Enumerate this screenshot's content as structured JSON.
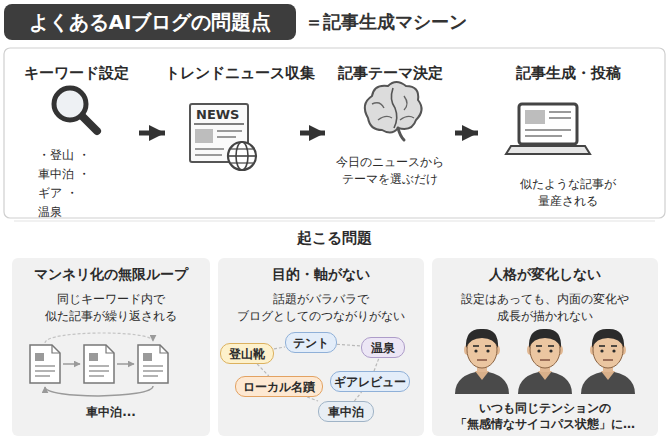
{
  "diagram": {
    "title": "よくあるAIブログの問題点",
    "nodes": [
      {
        "text": [
          "キーワード設定",
          "・登山 ・車中泊 ・ギア ・温泉"
        ]
      },
      {
        "text": [
          "トレンドニュース収集"
        ]
      },
      {
        "text": [
          "記事テーマ決定",
          "今日のニュースから テーマを選ぶだけ"
        ]
      },
      {
        "text": [
          "記事生成・投稿",
          "似たような記事が 量産される"
        ]
      },
      {
        "text": [
          "起こる問題"
        ]
      },
      {
        "text": [
          "マンネリ化の無限ループ",
          "同じキーワード内で 似た記事が繰り返される",
          "車中泊..."
        ],
        "in": 4
      },
      {
        "text": [
          "目的・軸がない",
          "話題がバラバラで ブログとしてのつながりがない"
        ],
        "in": 4
      },
      {
        "text": [
          "登山靴"
        ],
        "in": 6
      },
      {
        "text": [
          "テント"
        ],
        "in": 6
      },
      {
        "text": [
          "温泉"
        ],
        "in": 6
      },
      {
        "text": [
          "ローカル名蹟"
        ],
        "in": 6
      },
      {
        "text": [
          "ギアレビュー"
        ],
        "in": 6
      },
      {
        "text": [
          "車中泊"
        ],
        "in": 6
      },
      {
        "text": [
          "人格が変化しない",
          "設定はあっても、内面の変化や 成長が描かれない",
          "いつも同じテンションの 「無感情なサイコパス状態」に…"
        ],
        "in": 4
      }
    ],
    "edges": [
      {
        "from": 0,
        "to": 1,
        "arrow": "to"
      },
      {
        "from": 1,
        "to": 2,
        "arrow": "to"
      },
      {
        "from": 2,
        "to": 3,
        "arrow": "to"
      },
      {
        "from": 7,
        "to": 8,
        "arrow": "none"
      },
      {
        "from": 8,
        "to": 9,
        "arrow": "none"
      },
      {
        "from": 7,
        "to": 10,
        "arrow": "none"
      },
      {
        "from": 10,
        "to": 12,
        "arrow": "none"
      },
      {
        "from": 12,
        "to": 11,
        "arrow": "none"
      },
      {
        "from": 11,
        "to": 9,
        "arrow": "none"
      }
    ],
    "labels": [
      "＝記事生成マシーン",
      "NEWS"
    ]
  }
}
